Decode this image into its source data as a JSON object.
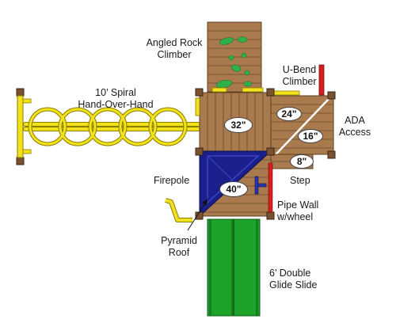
{
  "labels": {
    "rock_climber": [
      "Angled Rock",
      "Climber"
    ],
    "spiral": [
      "10’ Spiral",
      "Hand-Over-Hand"
    ],
    "ubend": [
      "U-Bend",
      "Climber"
    ],
    "ada": [
      "ADA",
      "Access"
    ],
    "firepole": "Firepole",
    "step": "Step",
    "pipewall": [
      "Pipe Wall",
      "w/wheel"
    ],
    "pyramid": [
      "Pyramid",
      "Roof"
    ],
    "slide": [
      "6’ Double",
      "Glide Slide"
    ]
  },
  "heights": {
    "deck_32": "32\"",
    "ramp_24": "24\"",
    "ramp_16": "16\"",
    "step_8": "8\"",
    "roof_40": "40\""
  },
  "colors": {
    "wood": "#a87a4e",
    "wood_line": "#5e3f22",
    "post": "#7a5230",
    "rail_yellow": "#f2e21c",
    "roof_blue": "#1a1f8c",
    "slide_green": "#1ea32a",
    "rock_green": "#2fb04a",
    "ubend_red": "#d42020"
  }
}
